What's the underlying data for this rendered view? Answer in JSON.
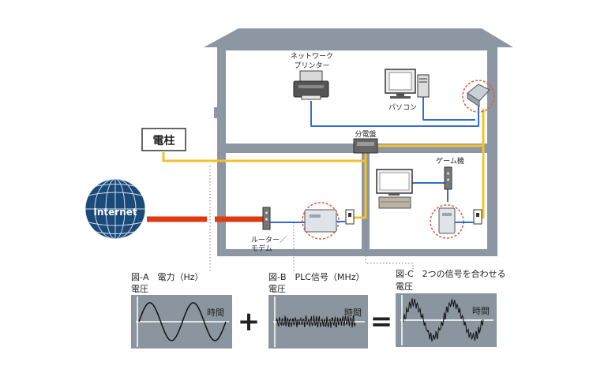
{
  "labels": {
    "pole": "電柱",
    "internet": "Internet",
    "printer_line1": "ネットワーク",
    "printer_line2": "プリンター",
    "pc": "パソコン",
    "breaker": "分電盤",
    "game": "ゲーム機",
    "router_line1": "ルーター／",
    "router_line2": "モデム"
  },
  "panels": [
    {
      "title": "図-A　電力（Hz）",
      "y_label": "電圧",
      "x_label": "時間"
    },
    {
      "title": "図-B　PLC信号（MHz）",
      "y_label": "電圧",
      "x_label": "時間"
    },
    {
      "title": "図-C　2つの信号を合わせる",
      "y_label": "電圧",
      "x_label": "時間"
    }
  ],
  "operators": {
    "plus": "+",
    "equals": "="
  },
  "colors": {
    "power_line": "#f2c12e",
    "lan_cable": "#2f6fd0",
    "internet_line": "#e03a10",
    "house_fill": "#8c97a3",
    "panel_fill": "#8a959f",
    "highlight_ring": "#e05a3a"
  }
}
